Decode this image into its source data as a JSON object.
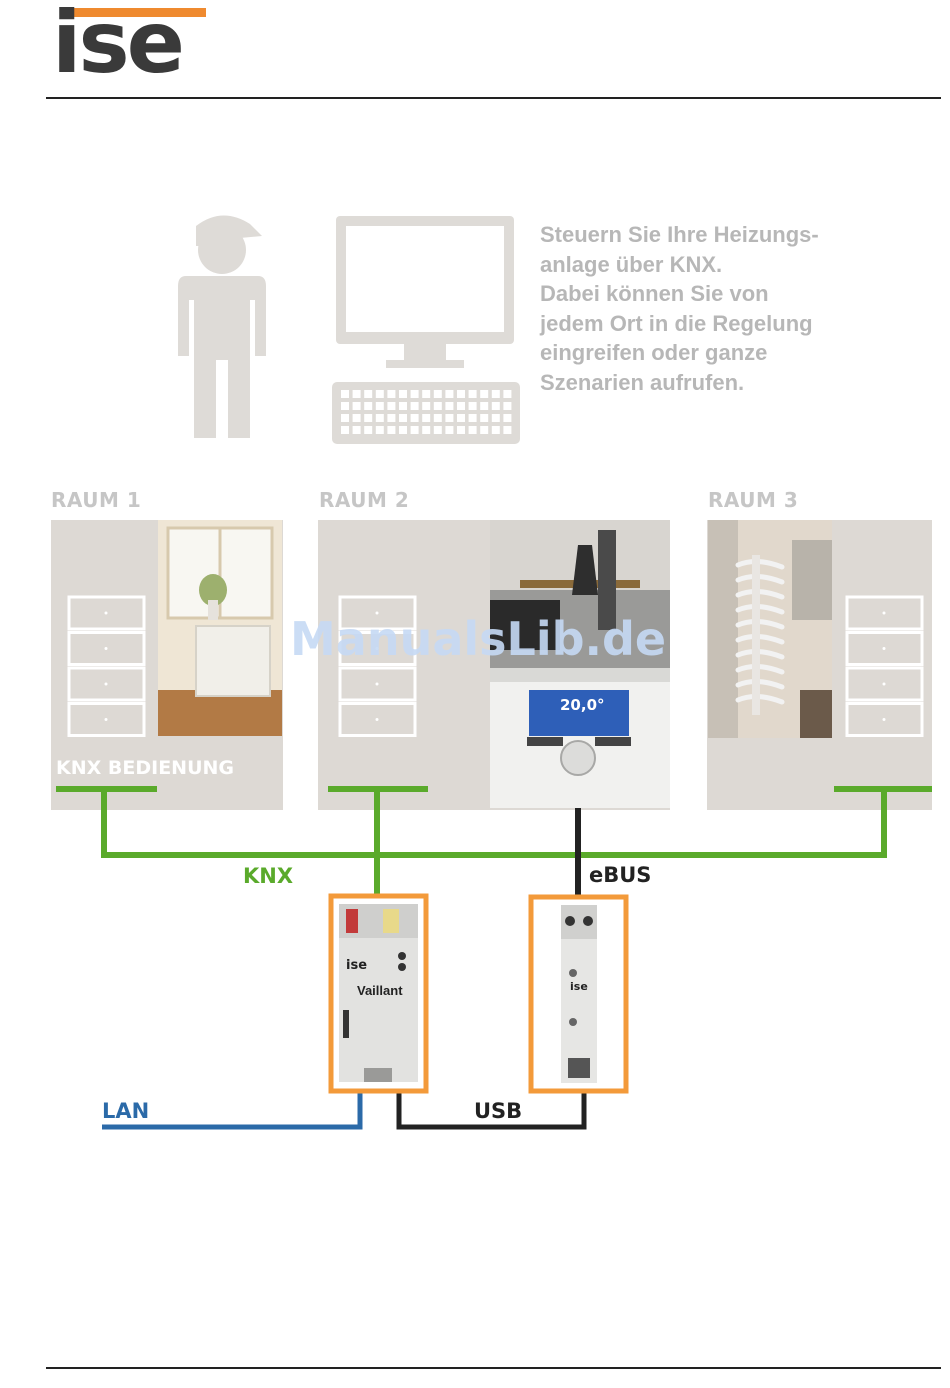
{
  "header": {
    "logo_text": "ise"
  },
  "intro": {
    "text": "Steuern Sie Ihre Heizungs-\nanlage über KNX.\nDabei können Sie von\njedem Ort in die Regelung\neingreifen oder ganze\nSzenarien aufrufen."
  },
  "rooms": [
    {
      "label": "RAUM 1"
    },
    {
      "label": "RAUM 2"
    },
    {
      "label": "RAUM 3"
    }
  ],
  "knx_operation_label": "KNX BEDIENUNG",
  "buses": {
    "knx": "KNX",
    "ebus": "eBUS",
    "lan": "LAN",
    "usb": "USB"
  },
  "devices": {
    "gateway": {
      "brand": "ise",
      "product": "Vaillant"
    },
    "adapter": {
      "brand": "ise"
    }
  },
  "thermostat": {
    "temperature": "20,0°"
  },
  "watermark": "ManualsLib.de",
  "colors": {
    "knx_green": "#5aaa2b",
    "lan_blue": "#2b6aa8",
    "ebus_black": "#222222",
    "highlight_orange": "#f39a3a",
    "room_panel": "#ddd9d4",
    "icon_grey": "#dedbd7",
    "logo_orange": "#ef8a2f"
  }
}
